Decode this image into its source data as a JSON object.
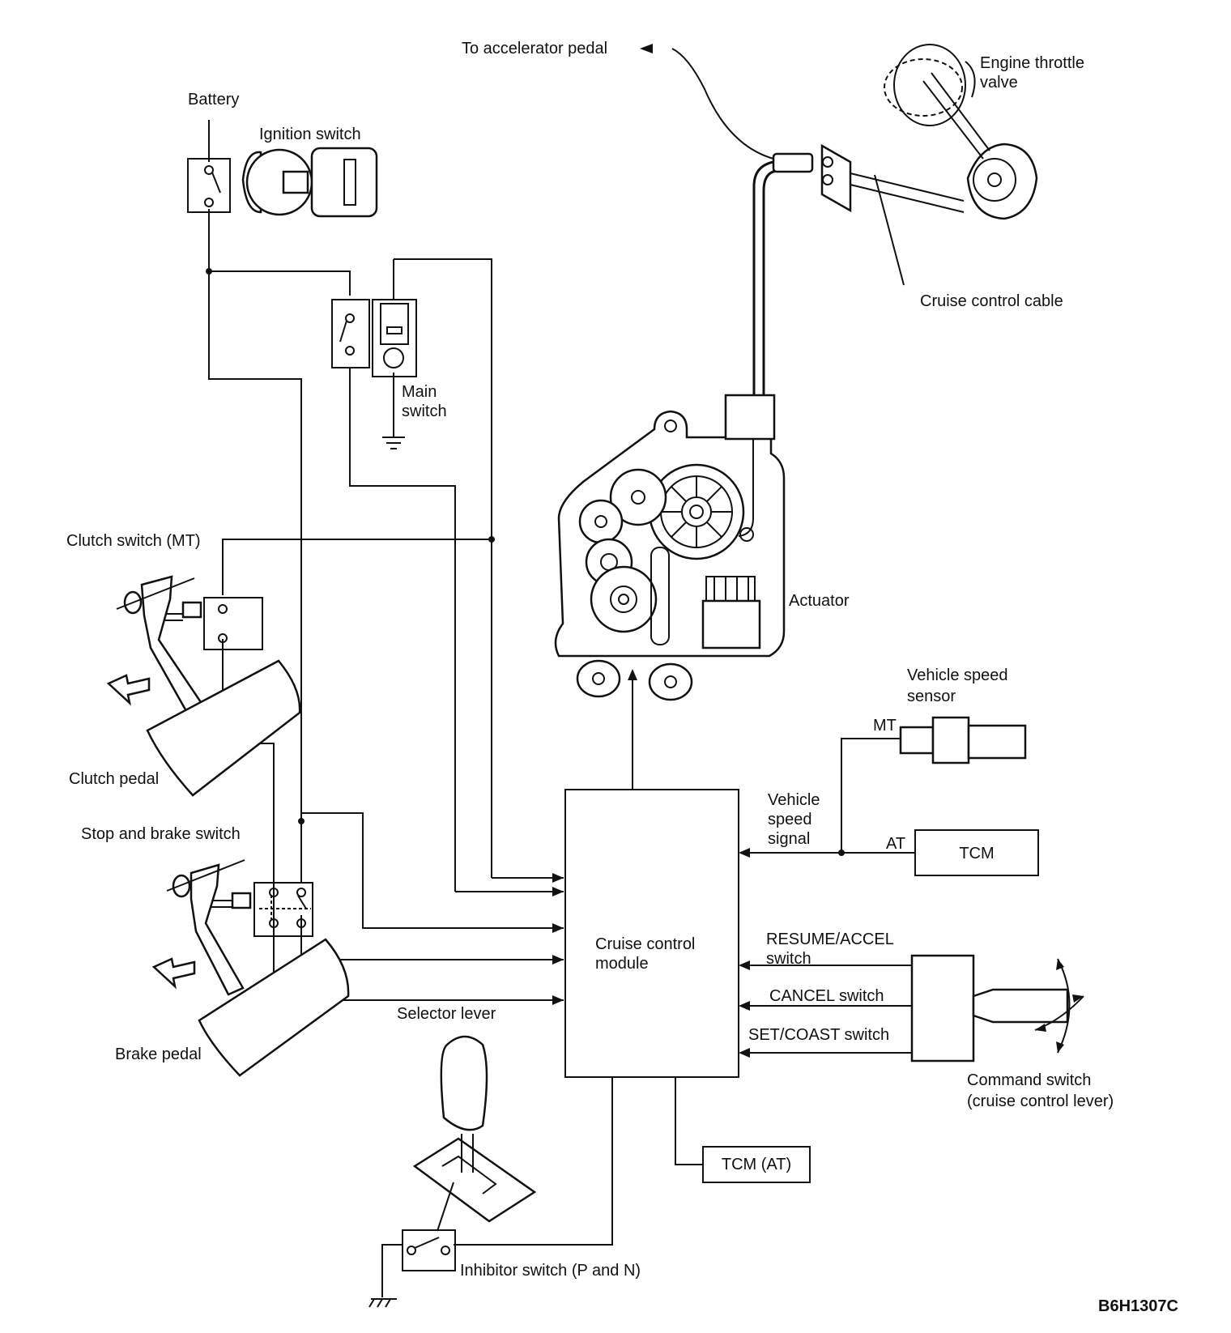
{
  "diagram": {
    "code": "B6H1307C",
    "labels": {
      "battery": "Battery",
      "ignition_switch": "Ignition switch",
      "main_switch": [
        "Main",
        "switch"
      ],
      "clutch_switch": "Clutch switch (MT)",
      "clutch_pedal": "Clutch pedal",
      "stop_brake_switch": "Stop and brake switch",
      "brake_pedal": "Brake pedal",
      "selector_lever": "Selector lever",
      "inhibitor_switch": "Inhibitor switch (P and N)",
      "to_accelerator_pedal": "To accelerator pedal",
      "engine_throttle_valve": [
        "Engine throttle",
        "valve"
      ],
      "cruise_control_cable": "Cruise control cable",
      "actuator": "Actuator",
      "vehicle_speed_sensor": [
        "Vehicle speed",
        "sensor"
      ],
      "mt": "MT",
      "at": "AT",
      "tcm": "TCM",
      "vehicle_speed_signal": [
        "Vehicle",
        "speed",
        "signal"
      ],
      "cruise_control_module": [
        "Cruise control",
        "module"
      ],
      "resume_accel_switch": [
        "RESUME/ACCEL",
        "switch"
      ],
      "cancel_switch": "CANCEL switch",
      "set_coast_switch": "SET/COAST switch",
      "command_switch": [
        "Command switch",
        "(cruise control lever)"
      ],
      "tcm_at": "TCM (AT)"
    }
  }
}
